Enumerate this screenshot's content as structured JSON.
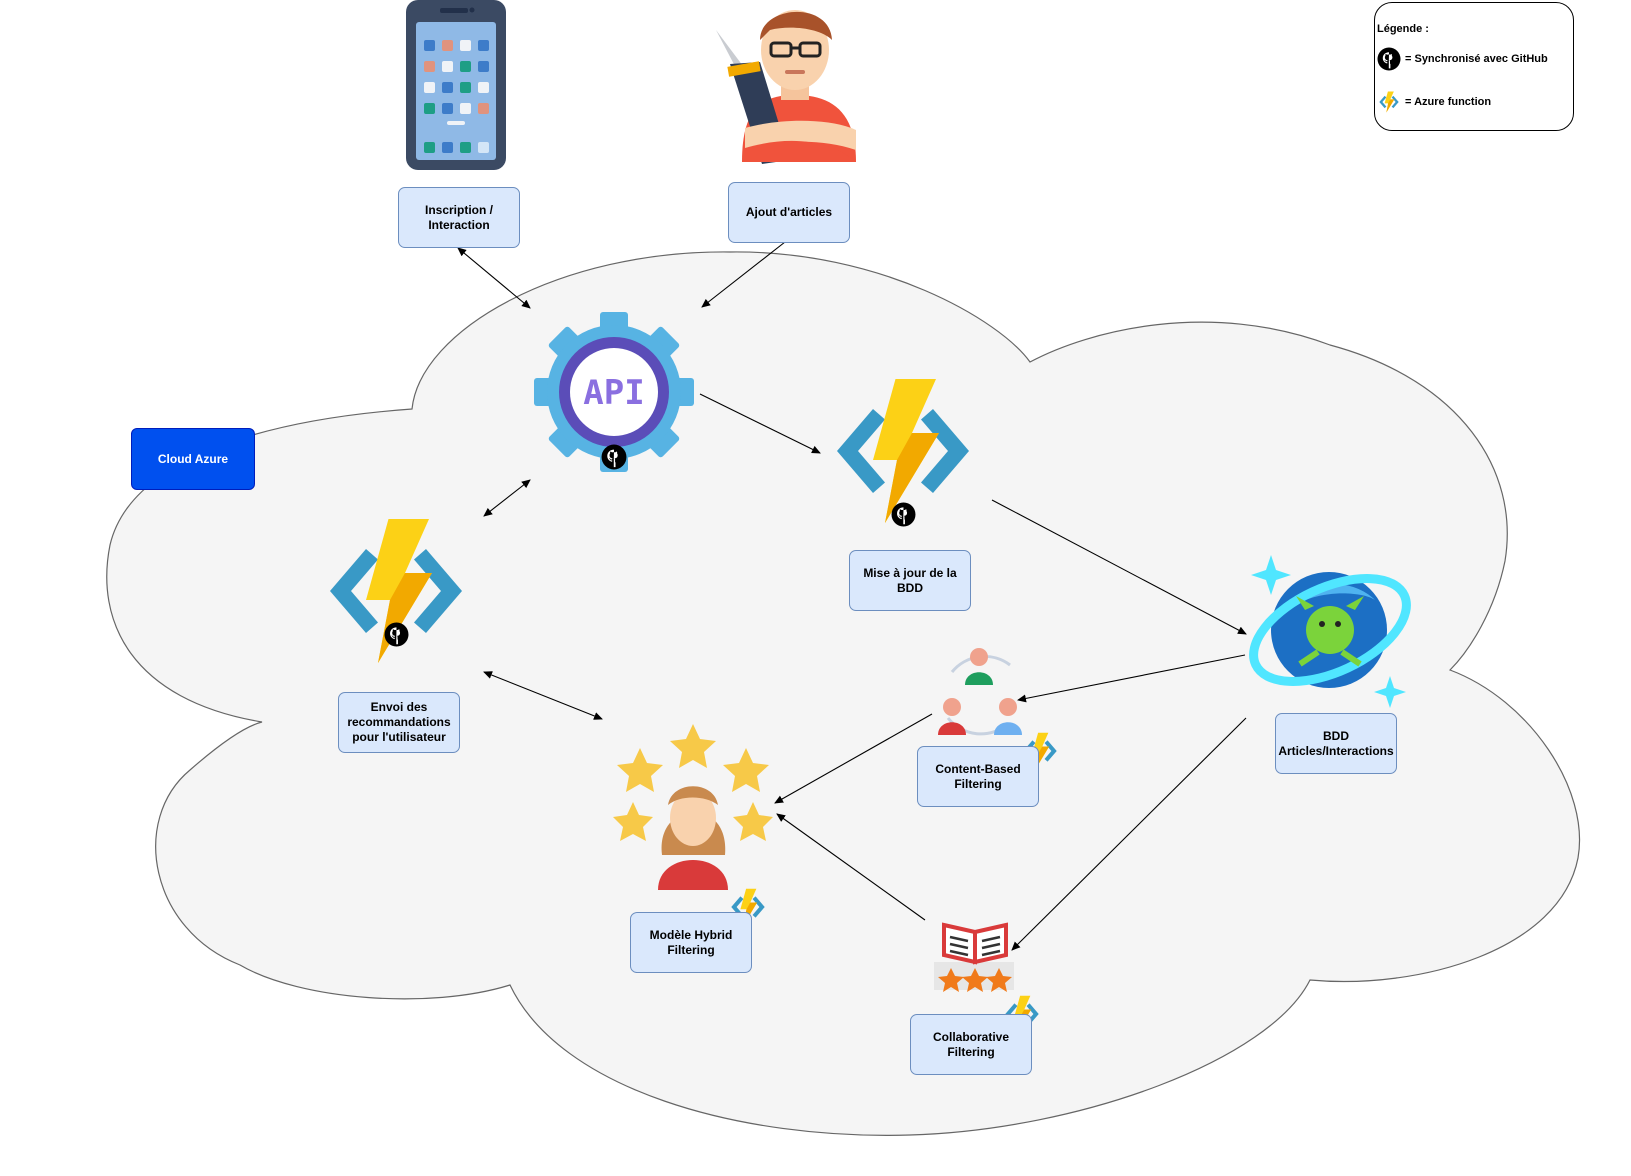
{
  "legend": {
    "title": "Légende :",
    "github_text": "= Synchronisé avec GitHub",
    "azure_text": "= Azure function"
  },
  "cloud_label": "Cloud Azure",
  "nodes": {
    "inscription": "Inscription /\nInteraction",
    "ajout": "Ajout d'articles",
    "mise_a_jour": "Mise à jour de la\nBDD",
    "envoi": "Envoi des\nrecommandations\npour l'utilisateur",
    "bdd": "BDD\nArticles/Interactions",
    "content_based": "Content-Based\nFiltering",
    "hybrid": "Modèle Hybrid\nFiltering",
    "collaborative": "Collaborative\nFiltering"
  },
  "api_text": "API",
  "colors": {
    "box_fill": "#dae8fc",
    "box_border": "#6c8ebf",
    "cloud_fill": "#f5f5f5",
    "cloud_label": "#0050ef",
    "bolt": "#fcd116",
    "bracket": "#3999c6"
  }
}
